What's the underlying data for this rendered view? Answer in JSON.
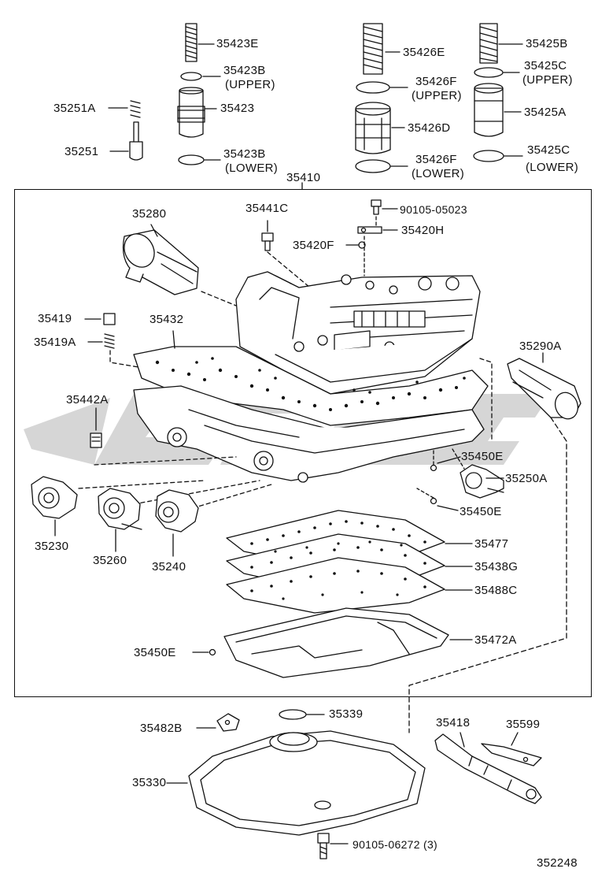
{
  "diagram": {
    "figure_number": "352248",
    "frame_label": "35410",
    "watermark_letters": [
      "C",
      "O",
      "D",
      "C"
    ],
    "labels": {
      "p35423E": "35423E",
      "p35423B_upper": "35423B",
      "p35423B_upper_note": "(UPPER)",
      "p35423": "35423",
      "p35423B_lower": "35423B",
      "p35423B_lower_note": "(LOWER)",
      "p35251A": "35251A",
      "p35251": "35251",
      "p35426E": "35426E",
      "p35426F_upper": "35426F",
      "p35426F_upper_note": "(UPPER)",
      "p35426D": "35426D",
      "p35426F_lower": "35426F",
      "p35426F_lower_note": "(LOWER)",
      "p35425B": "35425B",
      "p35425C_upper": "35425C",
      "p35425C_upper_note": "(UPPER)",
      "p35425A": "35425A",
      "p35425C_lower": "35425C",
      "p35425C_lower_note": "(LOWER)",
      "p35280": "35280",
      "p35441C": "35441C",
      "p90105_05023": "90105-05023",
      "p35420H": "35420H",
      "p35420F": "35420F",
      "p35419": "35419",
      "p35419A": "35419A",
      "p35432": "35432",
      "p35290A": "35290A",
      "p35442A": "35442A",
      "p35450E_a": "35450E",
      "p35250A": "35250A",
      "p35450E_b": "35450E",
      "p35230": "35230",
      "p35260": "35260",
      "p35240": "35240",
      "p35477": "35477",
      "p35438G": "35438G",
      "p35488C": "35488C",
      "p35450E_c": "35450E",
      "p35472A": "35472A",
      "p35482B": "35482B",
      "p35339": "35339",
      "p35418": "35418",
      "p35599": "35599",
      "p35330": "35330",
      "p90105_06272": "90105-06272 (3)"
    }
  },
  "colors": {
    "ink": "#111111",
    "watermark": "#c9c9c9",
    "watermark_accent": "#e06464"
  }
}
